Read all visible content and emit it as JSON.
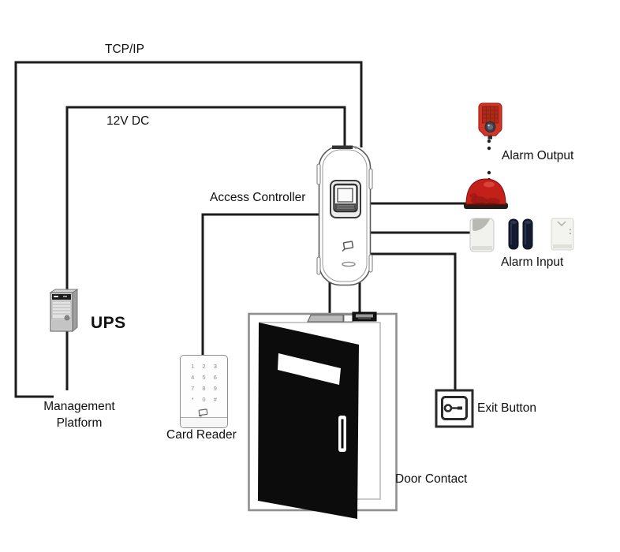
{
  "diagram": {
    "labels": {
      "tcp_ip": "TCP/IP",
      "dc_power": "12V DC",
      "access_controller": "Access Controller",
      "alarm_output": "Alarm Output",
      "alarm_input": "Alarm Input",
      "ups": "UPS",
      "management_platform_line1": "Management",
      "management_platform_line2": "Platform",
      "card_reader": "Card Reader",
      "exit_button": "Exit Button",
      "door_contact": "Door Contact"
    },
    "card_reader_keys": [
      "1",
      "2",
      "3",
      "4",
      "5",
      "6",
      "7",
      "8",
      "9",
      "*",
      "0",
      "#"
    ],
    "colors": {
      "wire": "#1c1c1c",
      "alarm_red": "#d23527",
      "alarm_red_dark": "#a32217",
      "siren_red": "#c3201a",
      "cylinder_navy": "#141a30",
      "door_black": "#0c0c0c",
      "frame_gray": "#8f8f8f"
    }
  }
}
